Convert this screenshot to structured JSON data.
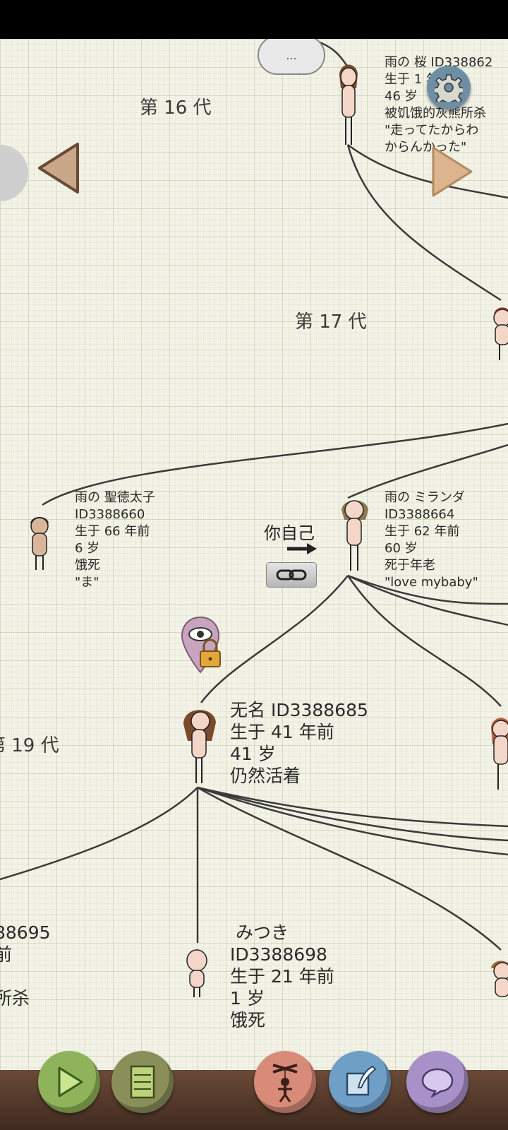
{
  "generations": {
    "g16": "第 16 代",
    "g17": "第 17 代",
    "g19": "第 19 代"
  },
  "persons": {
    "sakura": {
      "line1": "雨の 桜 ID338862",
      "line2": "生于 1  年前",
      "line3": "46 岁",
      "line4": "被饥饿的灰熊所杀",
      "line5": "\"走ってたからわ",
      "line6": "からんかった\""
    },
    "shotoku": {
      "line1": "雨の 聖徳太子",
      "line2": "ID3388660",
      "line3": "生于 66 年前",
      "line4": "6 岁",
      "line5": "饿死",
      "line6": "\"ま\""
    },
    "miranda": {
      "line1": "雨の ミランダ",
      "line2": "ID3388664",
      "line3": "生于 62 年前",
      "line4": "60 岁",
      "line5": "死于年老",
      "line6": "\"love mybaby\""
    },
    "nameless": {
      "line1": "无名 ID3388685",
      "line2": "生于 41 年前",
      "line3": "41 岁",
      "line4": "仍然活着"
    },
    "mitsuki": {
      "line1": "みつき",
      "line2": "ID3388698",
      "line3": "生于 21 年前",
      "line4": "1 岁",
      "line5": "饿死"
    },
    "partial_left": {
      "line1": "88695",
      "line2": "前",
      "line3": "所杀"
    }
  },
  "you": {
    "label": "你自己"
  },
  "speech_bubble": {
    "text": "..."
  },
  "colors": {
    "paper": "#f2f2e6",
    "ground": "#5a3d2c",
    "play": "#8fb35a",
    "list": "#8a8f5a",
    "puppet": "#d98b7a",
    "scroll": "#6f9fc7",
    "chat": "#a890c9"
  },
  "icons": [
    "settings-icon",
    "previous-arrow-icon",
    "next-arrow-icon",
    "link-icon",
    "eye-lock-icon",
    "play-icon",
    "list-icon",
    "puppet-icon",
    "scroll-quill-icon",
    "chat-icon"
  ]
}
